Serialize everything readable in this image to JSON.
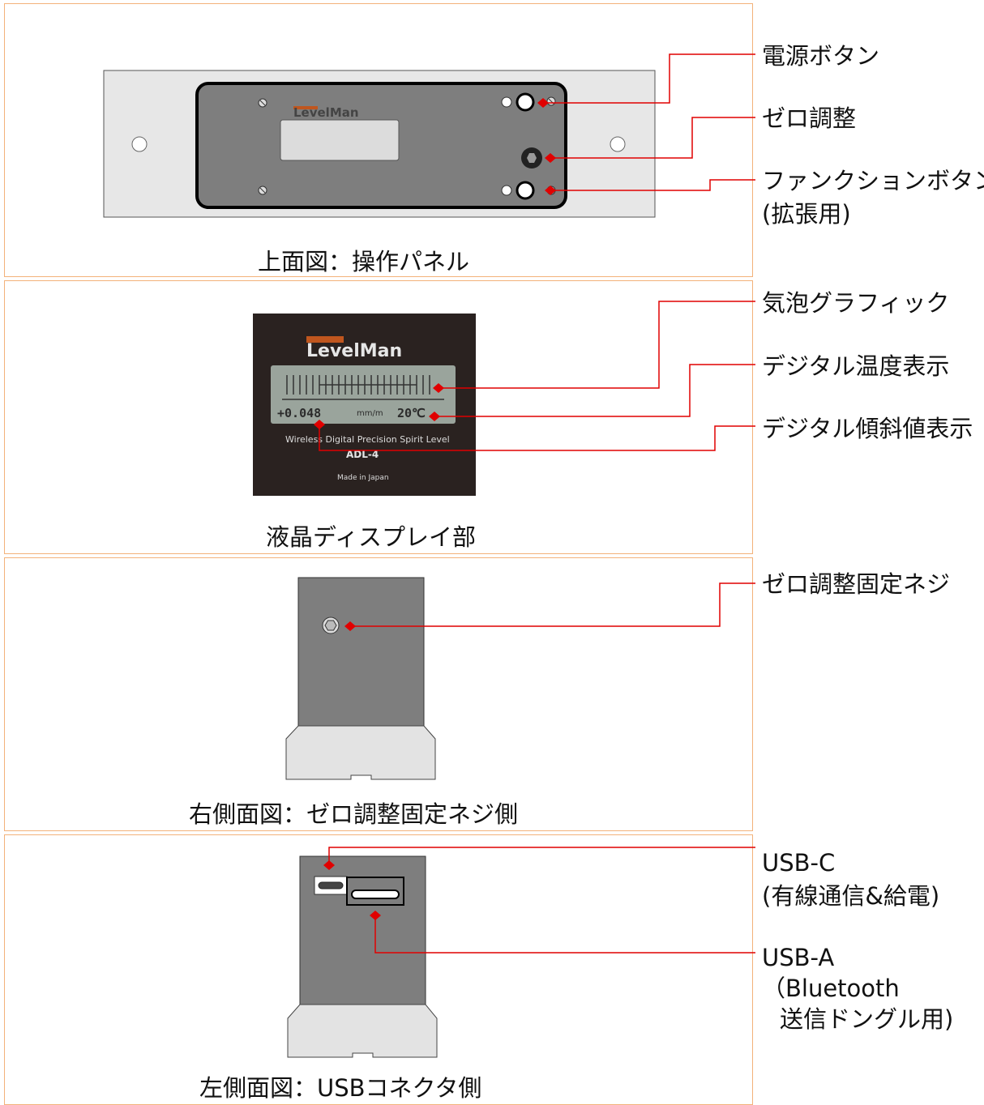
{
  "sections": {
    "top_view": {
      "caption": "上面図：操作パネル"
    },
    "lcd_view": {
      "caption": "液晶ディスプレイ部"
    },
    "right_side": {
      "caption": "右側面図：ゼロ調整固定ネジ側"
    },
    "left_side": {
      "caption": "左側面図：USBコネクタ側"
    }
  },
  "callouts": {
    "power_button": "電源ボタン",
    "zero_adjust": "ゼロ調整",
    "function_button_l1": "ファンクションボタン",
    "function_button_l2": "(拡張用)",
    "bubble_graphic": "気泡グラフィック",
    "digital_temp": "デジタル温度表示",
    "digital_tilt": "デジタル傾斜値表示",
    "zero_lock_screw": "ゼロ調整固定ネジ",
    "usb_c_l1": "USB-C",
    "usb_c_l2": "(有線通信&給電)",
    "usb_a_l1": "USB-A",
    "usb_a_l2": "（Bluetooth",
    "usb_a_l3": "送信ドングル用)"
  },
  "device": {
    "brand": "LevelMan",
    "lcd_value": "+0.048",
    "lcd_unit": "mm/m",
    "lcd_temp": "20℃",
    "subtitle": "Wireless Digital Precision Spirit Level",
    "model": "ADL-4",
    "origin": "Made in Japan"
  },
  "colors": {
    "leader": "#e00000",
    "frame": "#f3b27a",
    "panel": "#7f7f7f",
    "lcd_bg": "#2a2220"
  }
}
